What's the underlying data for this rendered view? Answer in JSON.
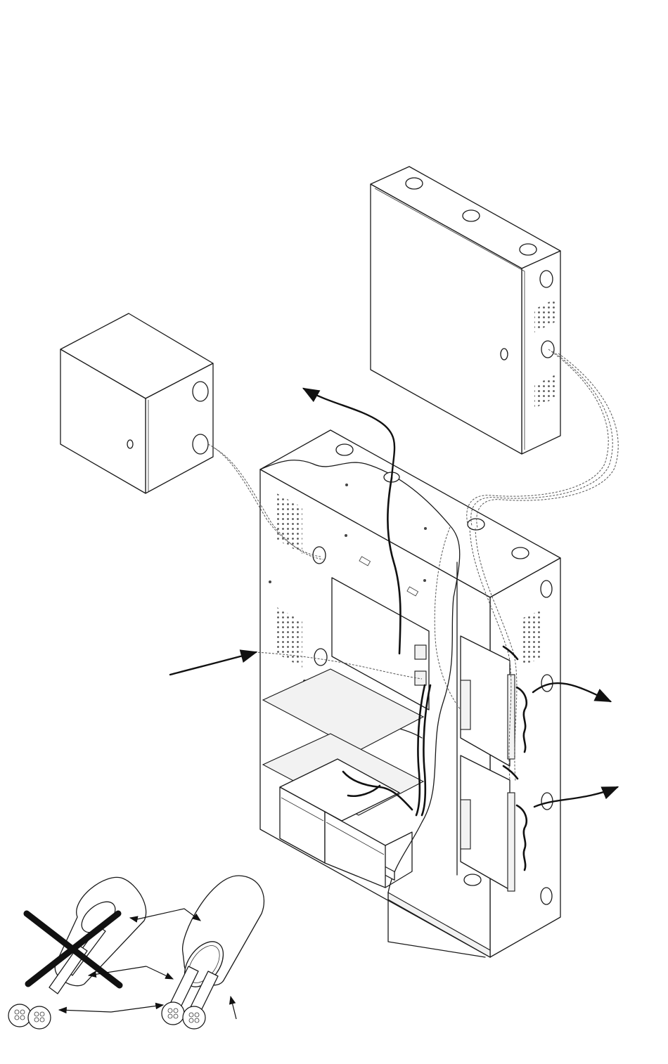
{
  "diagram": {
    "components": [
      {
        "id": "junction-box-small",
        "icon": "small-enclosure-icon"
      },
      {
        "id": "enclosure-wall-mount",
        "icon": "flat-enclosure-icon"
      },
      {
        "id": "main-enclosure",
        "icon": "main-cabinet-icon"
      },
      {
        "id": "battery-pair",
        "icon": "battery-icon"
      },
      {
        "id": "shielded-cable-incorrect",
        "icon": "cable-crossed-out-icon"
      },
      {
        "id": "shielded-cable-correct",
        "icon": "cable-correct-icon"
      }
    ],
    "colors": {
      "line": "#1a1a1a",
      "background": "#ffffff",
      "wire": "#111111"
    }
  }
}
